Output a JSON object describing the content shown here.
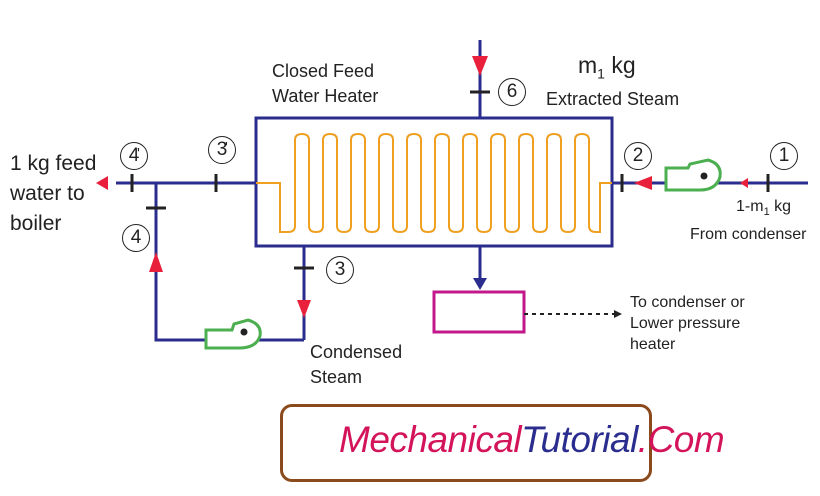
{
  "labels": {
    "heater_title_1": "Closed Feed",
    "heater_title_2": "Water Heater",
    "m1_m": "m",
    "m1_sub": "1",
    "m1_kg": "kg",
    "extracted_steam": "Extracted Steam",
    "feed_1": "1 kg feed",
    "feed_2": "water to",
    "feed_3": "boiler",
    "cond_mass_a": "1-m",
    "cond_mass_sub": "1",
    "cond_mass_b": " kg",
    "from_condenser": "From condenser",
    "condensed_1": "Condensed",
    "condensed_2": "Steam",
    "to_cond_1": "To condenser or",
    "to_cond_2": "Lower pressure",
    "to_cond_3": "heater"
  },
  "state_points": [
    "1",
    "2",
    "3",
    "4",
    "4",
    "3",
    "6"
  ],
  "logo": {
    "part1": "Mechanical",
    "part2": "Tutorial",
    "part3": ".Com"
  },
  "colors": {
    "pipe": "#2b2d8e",
    "coil": "#f0a020",
    "arrow": "#e8203c",
    "pump": "#4caf50",
    "drain_box": "#c2188b",
    "logo_border": "#8a4a1c"
  }
}
